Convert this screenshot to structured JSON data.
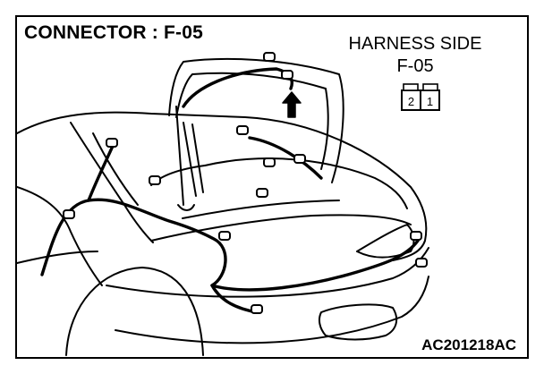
{
  "title": "CONNECTOR : F-05",
  "harness": {
    "label": "HARNESS SIDE",
    "connector_id": "F-05",
    "pins": [
      "2",
      "1"
    ]
  },
  "figure_code": "AC201218AC",
  "colors": {
    "line": "#000000",
    "background": "#ffffff"
  }
}
